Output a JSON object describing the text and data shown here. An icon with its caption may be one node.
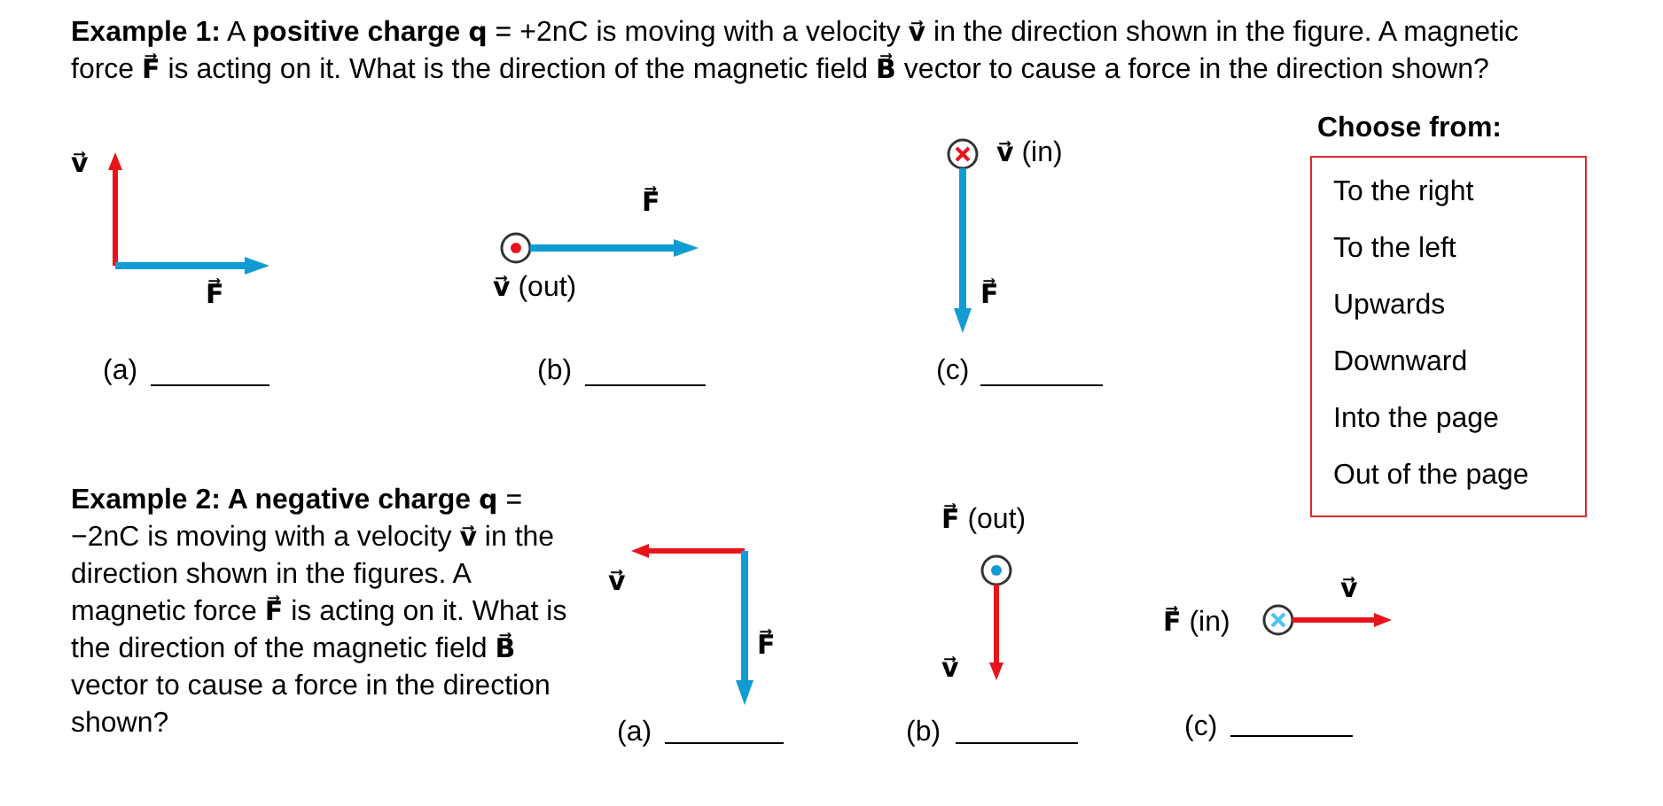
{
  "diagram": {
    "nodes": [
      {
        "text": [
          "Choose from:",
          "To the right",
          "To the left",
          "Upwards",
          "Downward",
          "Into the page",
          "Out of the page"
        ]
      }
    ],
    "labels": [
      "**Example 1:** A **positive charge** *q* = +2nC is moving with a velocity *v⃗* in the direction shown in the figure. A magnetic force *F⃗* is acting on it. What is the direction of the magnetic field *B⃗* vector to cause a force in the direction shown?",
      "v⃗",
      "F⃗",
      "*v⃗* (in)",
      "F⃗",
      "*v⃗* (out)",
      "F⃗",
      "(a)",
      "(b)",
      "(c)",
      "**Example 2: A negative charge** *q* = −2nC is moving with a velocity *v⃗* in the direction shown in the figures. A magnetic force *F⃗* is acting on it. What is the direction of the magnetic field *B⃗* vector to cause a force in the direction shown?",
      "*F⃗* (out)",
      "v⃗",
      "*F⃗* (in)",
      "v⃗",
      "F⃗",
      "v⃗",
      "(a)",
      "(b)",
      "(c)"
    ]
  }
}
